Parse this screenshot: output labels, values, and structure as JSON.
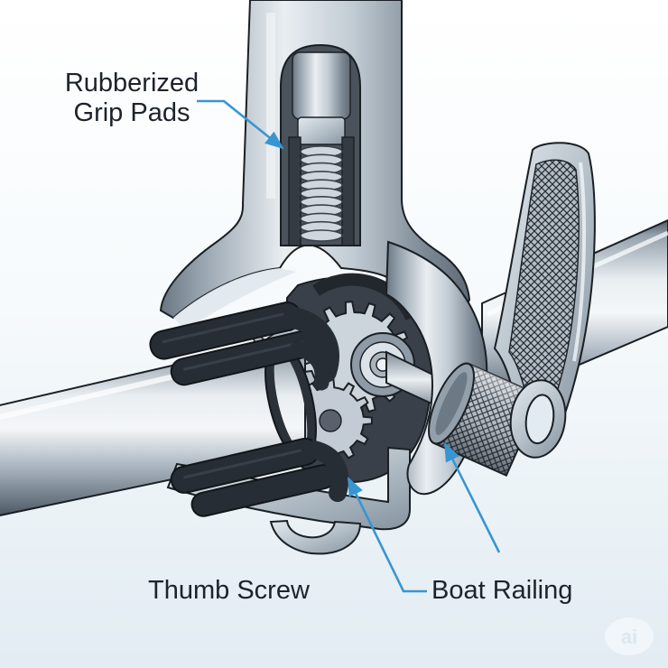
{
  "figure": {
    "type": "technical-cutaway-illustration",
    "subject": "rail mount clamp mechanism shown in cutaway on a boat railing tube"
  },
  "labels": {
    "grip_pads_line1": "Rubberized",
    "grip_pads_line2": "Grip Pads",
    "thumb_screw": "Thumb Screw",
    "boat_railing": "Boat Railing"
  },
  "watermark": {
    "text": "ai"
  },
  "colors": {
    "background_top": "#ffffff",
    "background_bottom": "#e3edf3",
    "label_text": "#1c232c",
    "leader_blue": "#3796d2",
    "outline": "#1a1f24",
    "rubber_dark": "#272d35",
    "rubber_mid": "#3a414a",
    "metal_light": "#eef2f6",
    "metal_mid": "#b9c3cc",
    "metal_dark": "#5d6873",
    "watermark_bg": "#f2f7fa",
    "watermark_text": "#dde7ee"
  }
}
